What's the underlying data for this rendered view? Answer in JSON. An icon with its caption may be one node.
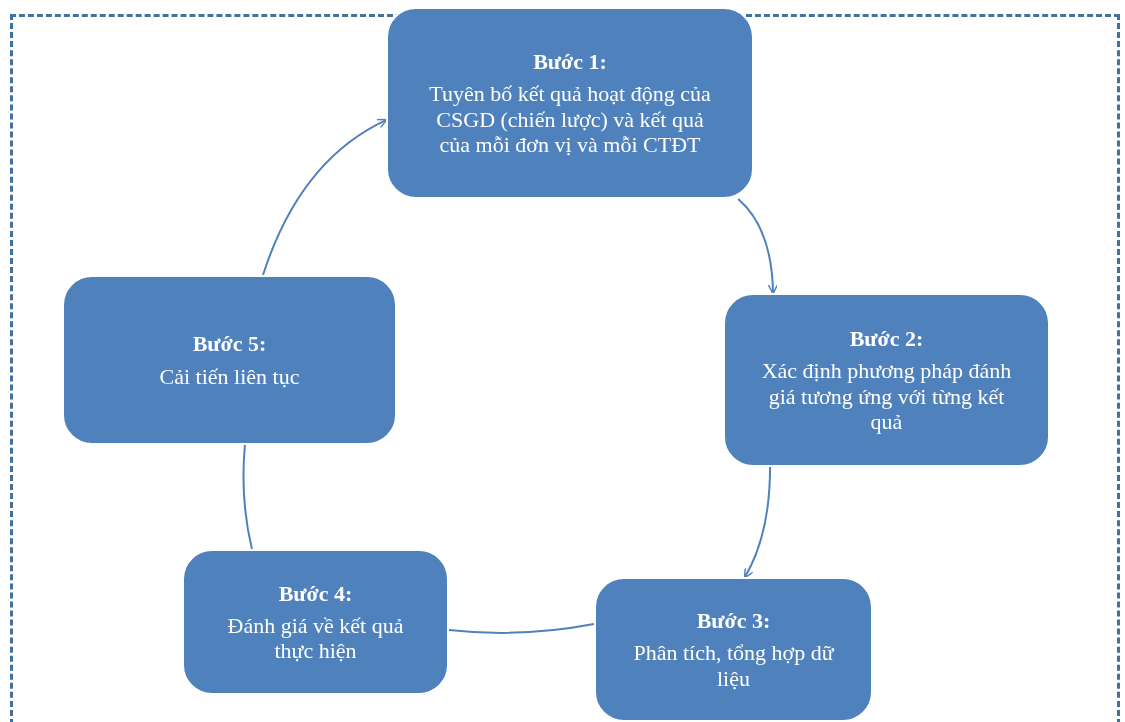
{
  "diagram": {
    "nodes": [
      {
        "text": [
          "Bước 1:",
          "Tuyên bố kết quả hoạt động của CSGD (chiến lược) và kết quả của mỗi đơn vị và mỗi CTĐT"
        ]
      },
      {
        "text": [
          "Bước 2:",
          "Xác định phương pháp đánh giá tương ứng với từng kết quả"
        ]
      },
      {
        "text": [
          "Bước 3:",
          "Phân tích, tổng hợp dữ liệu"
        ]
      },
      {
        "text": [
          "Bước 4:",
          "Đánh giá về kết quả thực hiện"
        ]
      },
      {
        "text": [
          "Bước 5:",
          "Cải tiến liên tục"
        ]
      }
    ],
    "edges": [
      {
        "from": 0,
        "to": 1,
        "arrow": "to"
      },
      {
        "from": 1,
        "to": 2,
        "arrow": "to"
      },
      {
        "from": 2,
        "to": 3,
        "arrow": "none"
      },
      {
        "from": 3,
        "to": 4,
        "arrow": "none"
      },
      {
        "from": 4,
        "to": 0,
        "arrow": "to"
      }
    ]
  }
}
